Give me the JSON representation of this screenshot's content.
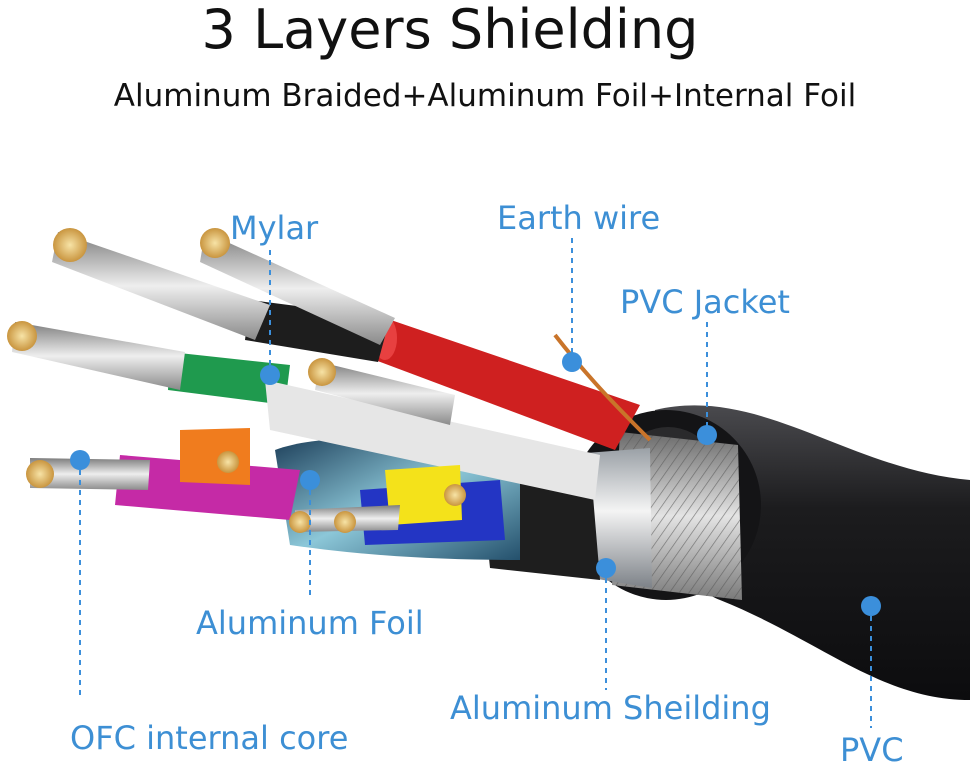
{
  "title": "3 Layers Shielding",
  "subtitle": "Aluminum Braided+Aluminum Foil+Internal Foil",
  "colors": {
    "label": "#3d8fd4",
    "callout_dot": "#3b8fdb",
    "jacket": "#1c1c1e",
    "copper": "#d9b25f"
  },
  "labels": {
    "mylar": "Mylar",
    "earth_wire": "Earth wire",
    "pvc_jacket": "PVC Jacket",
    "aluminum_foil": "Aluminum Foil",
    "ofc_core": "OFC internal core",
    "aluminum_sheilding": "Aluminum Sheilding",
    "pvc": "PVC"
  }
}
